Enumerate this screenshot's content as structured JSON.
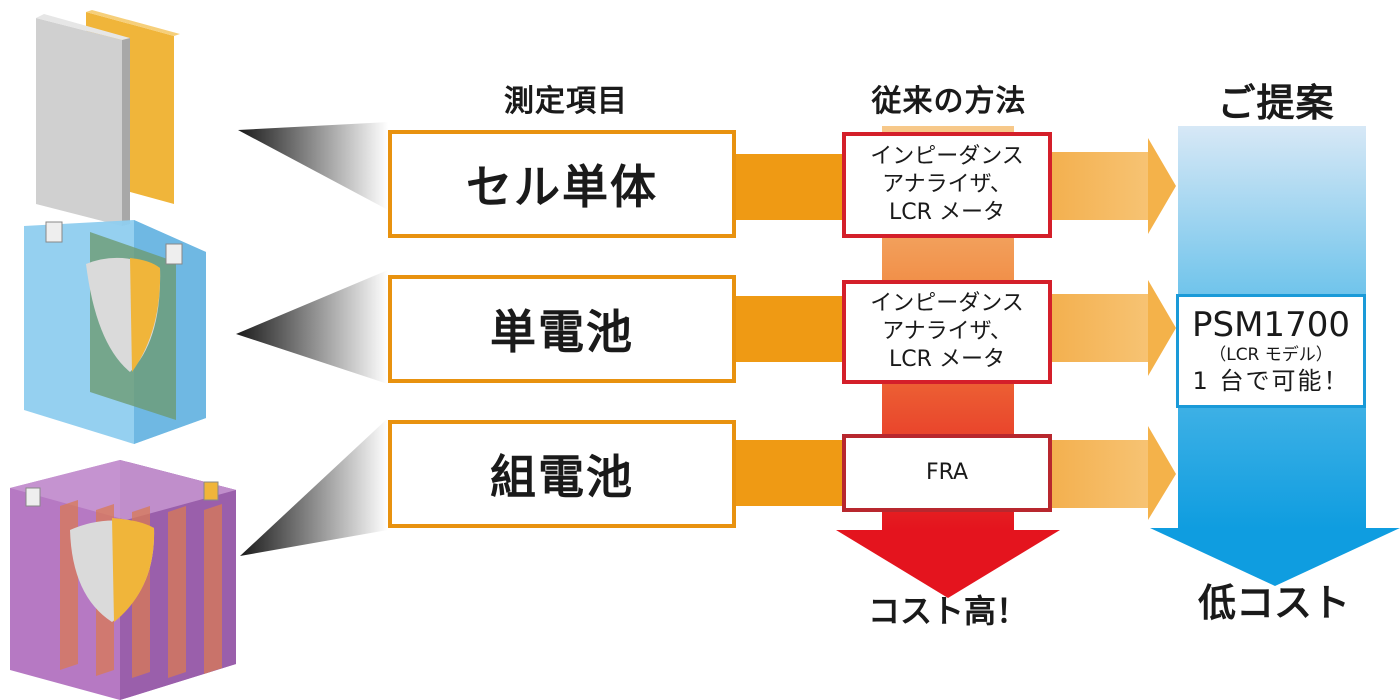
{
  "headers": {
    "measurement": "測定項目",
    "conventional": "従来の方法",
    "proposal": "ご提案"
  },
  "items": [
    {
      "label": "セル単体"
    },
    {
      "label": "単電池"
    },
    {
      "label": "組電池"
    }
  ],
  "methods": [
    {
      "line1": "インピーダンス",
      "line2": "アナライザ、",
      "line3": "LCR メータ"
    },
    {
      "line1": "インピーダンス",
      "line2": "アナライザ、",
      "line3": "LCR メータ"
    },
    {
      "line1": "FRA"
    }
  ],
  "proposal": {
    "model": "PSM1700",
    "variant": "（LCR モデル）",
    "note": "1 台で可能！"
  },
  "conventional_result": "コスト高！",
  "proposal_result": "低コスト",
  "colors": {
    "orange": "#e8920f",
    "red": "#d41f2a",
    "blue": "#1a9ad8",
    "cell_purple": "#a66bb0",
    "cell_blue": "#7fc1e8"
  }
}
